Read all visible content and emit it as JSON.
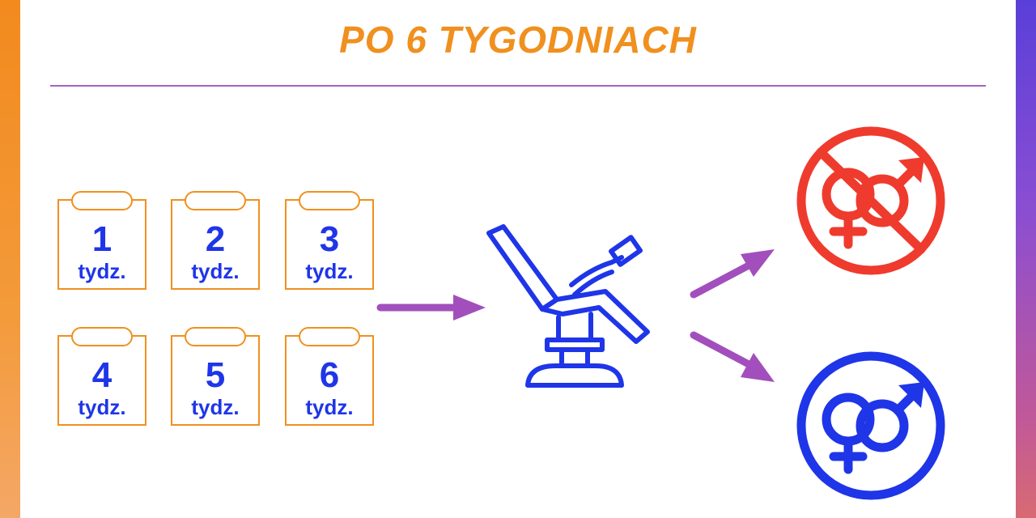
{
  "title": "PO 6 TYGODNIACH",
  "weeks": [
    {
      "number": "1",
      "unit": "tydz."
    },
    {
      "number": "2",
      "unit": "tydz."
    },
    {
      "number": "3",
      "unit": "tydz."
    },
    {
      "number": "4",
      "unit": "tydz."
    },
    {
      "number": "5",
      "unit": "tydz."
    },
    {
      "number": "6",
      "unit": "tydz."
    }
  ],
  "colors": {
    "title": "#f0901e",
    "calendar_outline": "#f0901e",
    "week_text": "#1f35e8",
    "chair": "#1f35e8",
    "arrows": "#a24fbd",
    "divider": "#a861c5",
    "no_sex_icon": "#ef3b2d",
    "sex_allowed_icon": "#1f35e8"
  },
  "icons": {
    "calendar": "calendar-icon",
    "chair": "gynecological-chair-icon",
    "forbidden": "no-intercourse-icon",
    "allowed": "intercourse-icon"
  }
}
